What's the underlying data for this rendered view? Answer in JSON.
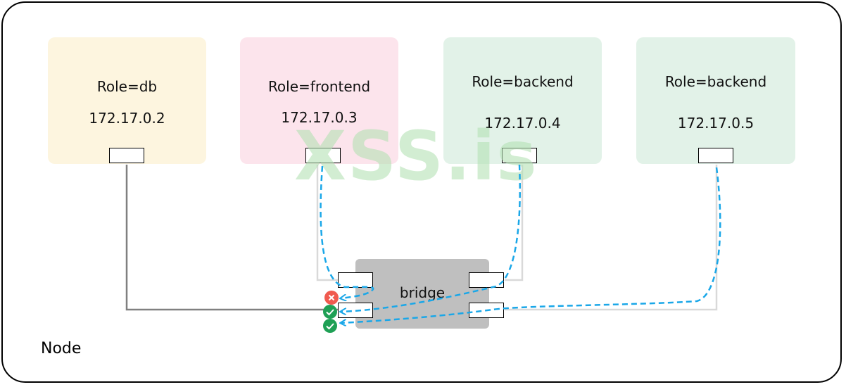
{
  "node": {
    "label": "Node"
  },
  "pods": [
    {
      "role": "Role=db",
      "ip": "172.17.0.2",
      "color": "#fdf5df"
    },
    {
      "role": "Role=frontend",
      "ip": "172.17.0.3",
      "color": "#fce4ec"
    },
    {
      "role": "Role=backend",
      "ip": "172.17.0.4",
      "color": "#e2f2e8"
    },
    {
      "role": "Role=backend",
      "ip": "172.17.0.5",
      "color": "#e2f2e8"
    }
  ],
  "bridge": {
    "label": "bridge",
    "color": "#bfbfbf"
  },
  "watermark": {
    "text": "XSS.is"
  },
  "status_icons": [
    {
      "icon": "deny-x-icon",
      "color": "#f05a4f"
    },
    {
      "icon": "allow-check-icon",
      "color": "#1fa055"
    },
    {
      "icon": "allow-check-icon",
      "color": "#1fa055"
    }
  ],
  "colors": {
    "traffic": "#1aa7e8",
    "wire_db": "#808080",
    "wire_other": "#d9d9d9"
  }
}
